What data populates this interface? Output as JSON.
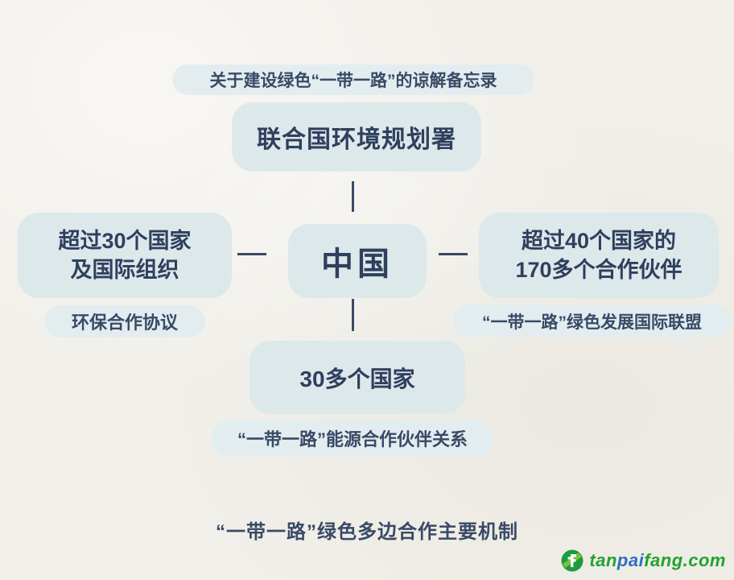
{
  "diagram": {
    "top_note": "关于建设绿色“一带一路”的谅解备忘录",
    "top_node": "联合国环境规划署",
    "center_node": "中国",
    "left_node_line1": "超过30个国家",
    "left_node_line2": "及国际组织",
    "left_note": "环保合作协议",
    "right_node_line1": "超过40个国家的",
    "right_node_line2": "170多个合作伙伴",
    "right_note": "“一带一路”绿色发展国际联盟",
    "bottom_node": "30多个国家",
    "bottom_note": "“一带一路”能源合作伙伴关系",
    "caption": "“一带一路”绿色多边合作主要机制"
  },
  "watermark": {
    "site_part_green1": "tan",
    "site_part_blue": "pai",
    "site_part_green2": "fang.com"
  },
  "colors": {
    "background": "#f1efe9",
    "node_fill": "#dde8eb",
    "pill_fill": "#e3edf0",
    "text": "#2f3f5d",
    "note_text": "#394a66",
    "line": "#394a66",
    "logo_green": "#23a12e",
    "logo_blue": "#2f6fc0"
  }
}
